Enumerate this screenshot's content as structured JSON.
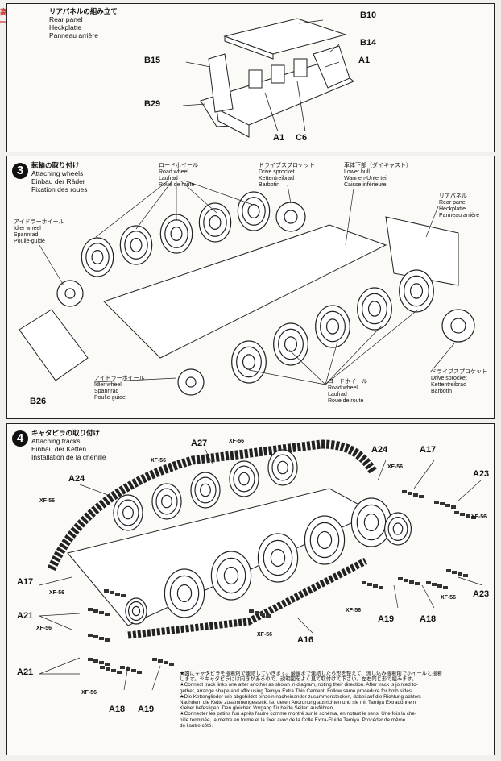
{
  "watermark": {
    "text": "高民网",
    "sub": "www.gaomin.com"
  },
  "step2": {
    "title_jp": "リアパネルの組み立て",
    "title_en": "Rear panel",
    "title_de": "Heckplatte",
    "title_fr": "Panneau arrière",
    "callouts": [
      "B10",
      "B14",
      "A1",
      "B15",
      "B29",
      "A1",
      "C6"
    ]
  },
  "step3": {
    "number": "3",
    "title_jp": "転輪の取り付け",
    "title_en": "Attaching wheels",
    "title_de": "Einbau der Räder",
    "title_fr": "Fixation des roues",
    "road_wheel_top": [
      "ロードホイール",
      "Road wheel",
      "Laufrad",
      "Roue de route"
    ],
    "drive_sprocket_top": [
      "ドライブスプロケット",
      "Drive sprocket",
      "Kettentreibrad",
      "Barbotin"
    ],
    "lower_hull": [
      "車体下部（ダイキャスト）",
      "Lower hull",
      "Wannen-Unterteil",
      "Caisse inférieure"
    ],
    "rear_panel": [
      "リアパネル",
      "Rear panel",
      "Heckplatte",
      "Panneau arrière"
    ],
    "idler_top": [
      "アイドラーホイール",
      "Idler wheel",
      "Spannrad",
      "Poulie-guide"
    ],
    "idler_bottom": [
      "アイドラーホイール",
      "Idler wheel",
      "Spannrad",
      "Poulie-guide"
    ],
    "road_wheel_bottom": [
      "ロードホイール",
      "Road wheel",
      "Laufrad",
      "Roue de route"
    ],
    "drive_sprocket_bottom": [
      "ドライブスプロケット",
      "Drive sprocket",
      "Kettentreibrad",
      "Barbotin"
    ],
    "callout_b26": "B26"
  },
  "step4": {
    "number": "4",
    "title_jp": "キャタピラの取り付け",
    "title_en": "Attaching tracks",
    "title_de": "Einbau der Ketten",
    "title_fr": "Installation de la chenille",
    "paint_code": "XF-56",
    "callouts": {
      "a27": "A27",
      "a24_left": "A24",
      "a24_right": "A24",
      "a17_right": "A17",
      "a23_top": "A23",
      "a17_left": "A17",
      "a21_upper": "A21",
      "a21_lower": "A21",
      "a16": "A16",
      "a19_mid": "A19",
      "a18_mid": "A18",
      "a23_bottom": "A23",
      "a18_bottom": "A18",
      "a19_bottom": "A19"
    },
    "notes": [
      "★図にキャタピラを接着剤で連結していきます。最後まで連結したら形を整えて、流し込み接着剤でホイールと接着",
      "します。※キャタピラには向きがあるので、説明図をよく見て取付けて下さい。左右同じ形で組みます。",
      "★Connect track links one after another as shown in diagram, noting their direction. After track is jointed to-",
      "gether, arrange shape and affix using Tamiya Extra Thin Cement. Follow same procedure for both sides.",
      "★Die Kettenglieder wie abgebildet einzeln nacheinander zusammenstecken, dabei auf die Richtung achten.",
      "Nachdem die Kette zusammengesteckt ist, deren Anordnung ausrichten und sie mit Tamiya Extradünnem",
      "Kleber befestigen. Den gleichen Vorgang für beide Seiten ausführen.",
      "★Connecter les patins l'un après l'autre comme montré sur le schéma, en notant le sens. Une fois la che-",
      "nille terminée, la mettre en forme et la fixer avec de la Colle Extra-Fluide Tamiya. Procéder de même",
      "de l'autre côté."
    ]
  }
}
